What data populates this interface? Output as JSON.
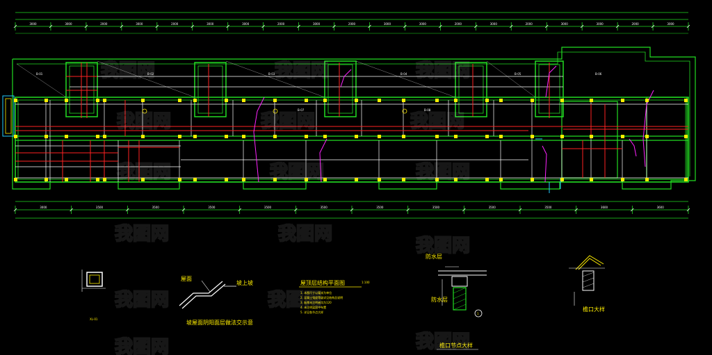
{
  "colors": {
    "background": "#000000",
    "wall_outline": "#22dd22",
    "inner_walls": "#ffffff",
    "columns": "#ffee00",
    "rebar": "#ff2222",
    "pipes": "#ff22ff",
    "dimension_lines": "#22dd22"
  },
  "plan": {
    "top_dimensions": [
      "3000",
      "3000",
      "2000",
      "3000",
      "2000",
      "3000",
      "3000",
      "2000",
      "3000",
      "2000",
      "3000",
      "3000",
      "2000",
      "3000",
      "2000",
      "3000",
      "3000",
      "2000",
      "3000"
    ],
    "bottom_dimensions": [
      "3000",
      "3500",
      "3500",
      "3500",
      "3500",
      "3500",
      "3500",
      "3500",
      "3500",
      "3500",
      "3600",
      "3600"
    ],
    "room_labels": [
      "B-01",
      "B-02",
      "B-03",
      "B-04",
      "B-05",
      "B-06",
      "B-07",
      "B-08"
    ]
  },
  "details": {
    "detail_a_caption": "XL-01",
    "detail_b_title": "屋面",
    "detail_b_label": "坡上坡",
    "detail_b_caption": "坡屋面阴阳面层做法交示意",
    "plan_title": "屋顶层结构平面图",
    "plan_scale": "1:100",
    "notes": [
      "1. 本图尺寸以毫米为单位",
      "2. 混凝土强度等级详见结构总说明",
      "3. 板厚未注明者均为120",
      "4. 未注明梁居中布置",
      "5. 详见各节点大样"
    ],
    "detail_c_caption": "檐口节点大样",
    "detail_c_label": "防水层",
    "detail_c_marker": "1",
    "detail_d_caption": "檐口大样"
  },
  "watermark": "我图网"
}
